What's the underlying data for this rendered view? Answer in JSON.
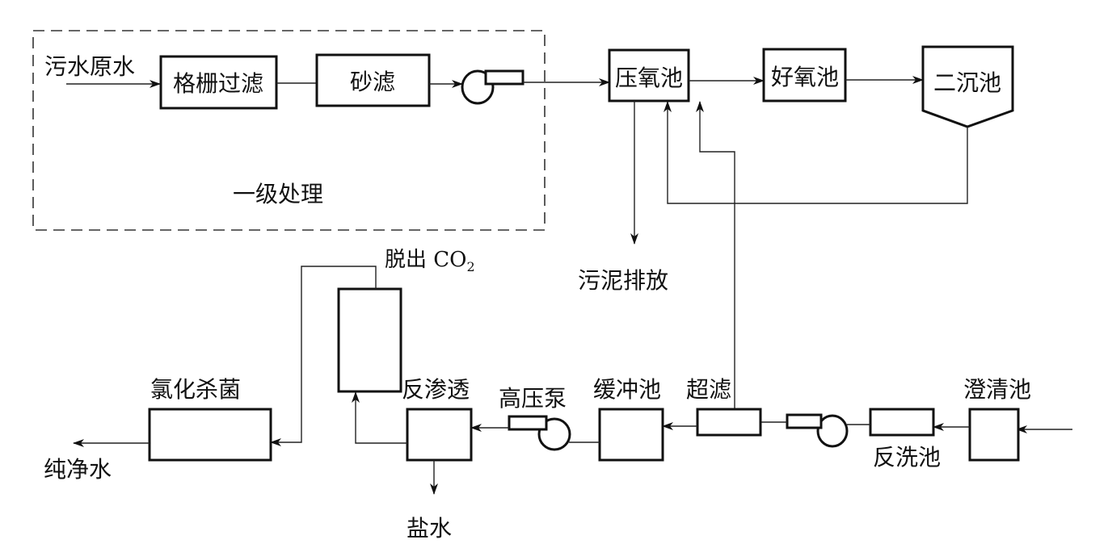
{
  "diagram": {
    "type": "process-flow",
    "primary_treatment": {
      "region_label": "一级处理",
      "input_label": "污水原水",
      "units": [
        {
          "id": "grille",
          "label": "格栅过滤"
        },
        {
          "id": "sand",
          "label": "砂滤"
        },
        {
          "id": "pump1",
          "label": ""
        }
      ]
    },
    "secondary_treatment": {
      "units": [
        {
          "id": "anoxic",
          "label": "压氧池"
        },
        {
          "id": "aerobic",
          "label": "好氧池"
        },
        {
          "id": "clarifier2",
          "label": "二沉池"
        }
      ],
      "sludge_label": "污泥排放"
    },
    "advanced_treatment": {
      "clarify": "澄清池",
      "backwash": "反洗池",
      "ultrafilter": "超滤",
      "buffer": "缓冲池",
      "hp_pump": "高压泵",
      "ro": "反渗透",
      "brine": "盐水",
      "degas_prefix": "脱出 CO",
      "degas_sub": "2",
      "chlorinate": "氯化杀菌",
      "product": "纯净水"
    },
    "edges": [
      [
        "污水原水",
        "格栅过滤"
      ],
      [
        "格栅过滤",
        "砂滤"
      ],
      [
        "砂滤",
        "pump1"
      ],
      [
        "pump1",
        "压氧池"
      ],
      [
        "压氧池",
        "好氧池"
      ],
      [
        "好氧池",
        "二沉池"
      ],
      [
        "二沉池",
        "压氧池"
      ],
      [
        "压氧池",
        "污泥排放"
      ],
      [
        "澄清池",
        "反洗池"
      ],
      [
        "反洗池",
        "pump2"
      ],
      [
        "pump2",
        "超滤"
      ],
      [
        "超滤",
        "缓冲池"
      ],
      [
        "超滤",
        "压氧池"
      ],
      [
        "缓冲池",
        "高压泵"
      ],
      [
        "高压泵",
        "反渗透"
      ],
      [
        "反渗透",
        "脱出 CO2"
      ],
      [
        "反渗透",
        "盐水"
      ],
      [
        "脱出 CO2",
        "氯化杀菌"
      ],
      [
        "氯化杀菌",
        "纯净水"
      ]
    ]
  }
}
